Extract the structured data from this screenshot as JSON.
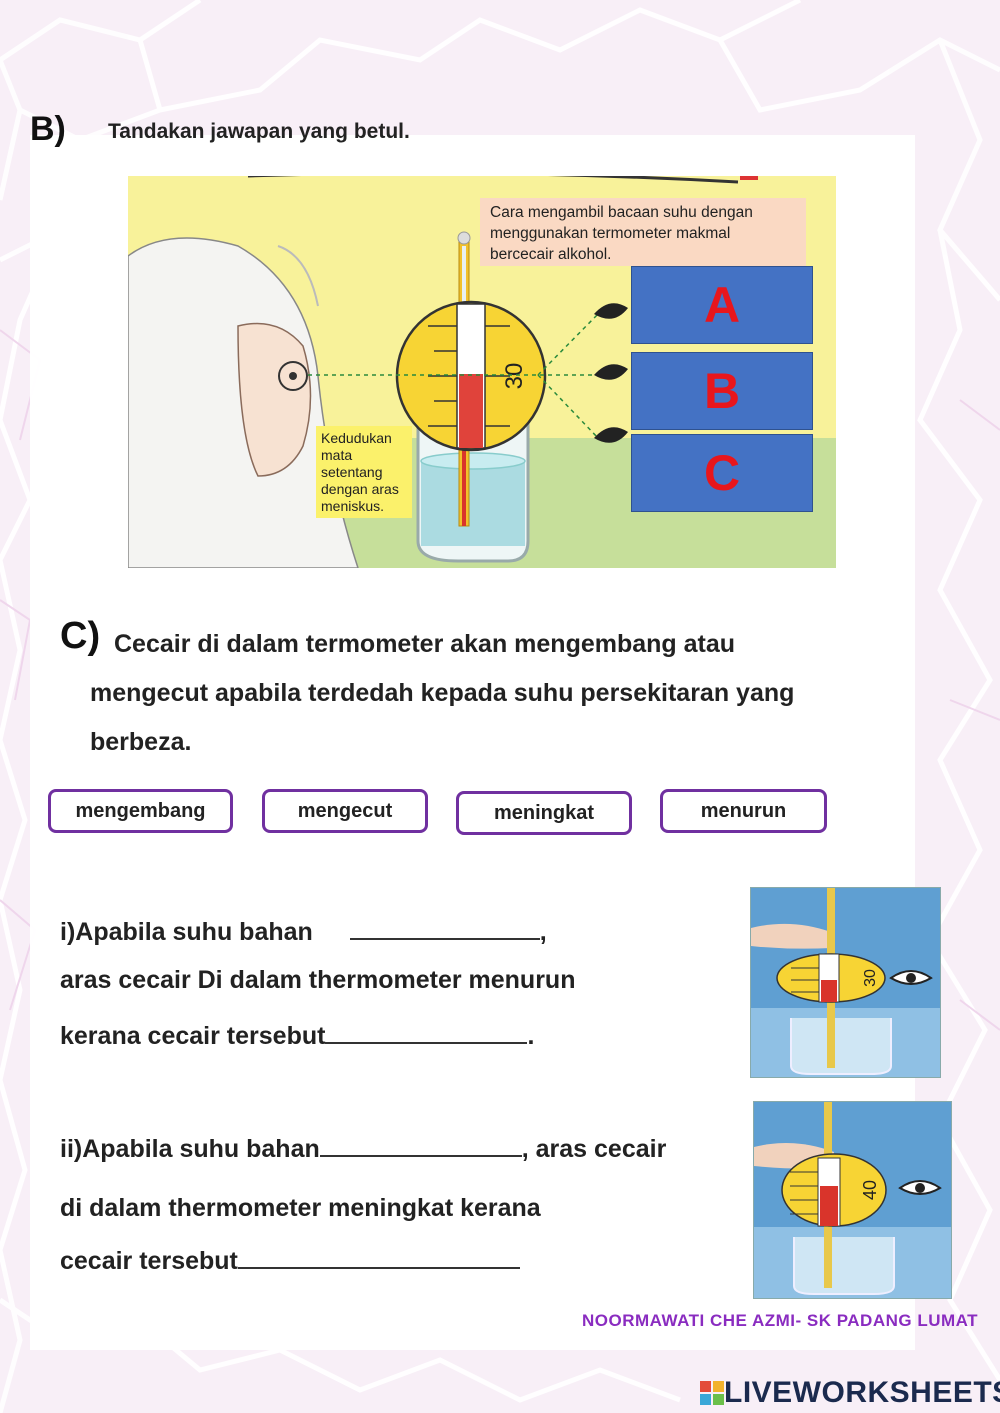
{
  "section_b": {
    "label": "B)",
    "instruction": "Tandakan jawapan yang betul.",
    "note_top": "Cara mengambil bacaan suhu dengan menggunakan termometer makmal bercecair alkohol.",
    "note_left": "Kedudukan mata setentang dengan aras meniskus.",
    "scale_reading": "30",
    "answer_boxes": [
      {
        "label": "A"
      },
      {
        "label": "B"
      },
      {
        "label": "C"
      }
    ]
  },
  "section_c": {
    "label": "C)",
    "line1": "Cecair di dalam termometer akan mengembang atau",
    "line2": "mengecut apabila terdedah kepada suhu persekitaran yang",
    "line3": "berbeza."
  },
  "word_bank": [
    "mengembang",
    "mengecut",
    "meningkat",
    "menurun"
  ],
  "question1": {
    "line1": "i)Apabila suhu bahan",
    "line2": "aras cecair Di dalam thermometer menurun",
    "line3": "kerana cecair tersebut",
    "punct1": ",",
    "punct3": "."
  },
  "question2": {
    "line1a": "ii)Apabila suhu bahan",
    "line1b": ", aras cecair",
    "line2": " di dalam thermometer meningkat kerana",
    "line3": "cecair tersebut"
  },
  "photo1_reading": "30",
  "photo2_reading": "40",
  "footer": {
    "credit": "NOORMAWATI CHE AZMI- SK PADANG LUMAT",
    "brand": "LIVEWORKSHEETS"
  },
  "colors": {
    "answer_box": "#4472c4",
    "answer_letter": "#e8161c",
    "chip_border": "#7030a0",
    "credit": "#8a2cc0"
  }
}
